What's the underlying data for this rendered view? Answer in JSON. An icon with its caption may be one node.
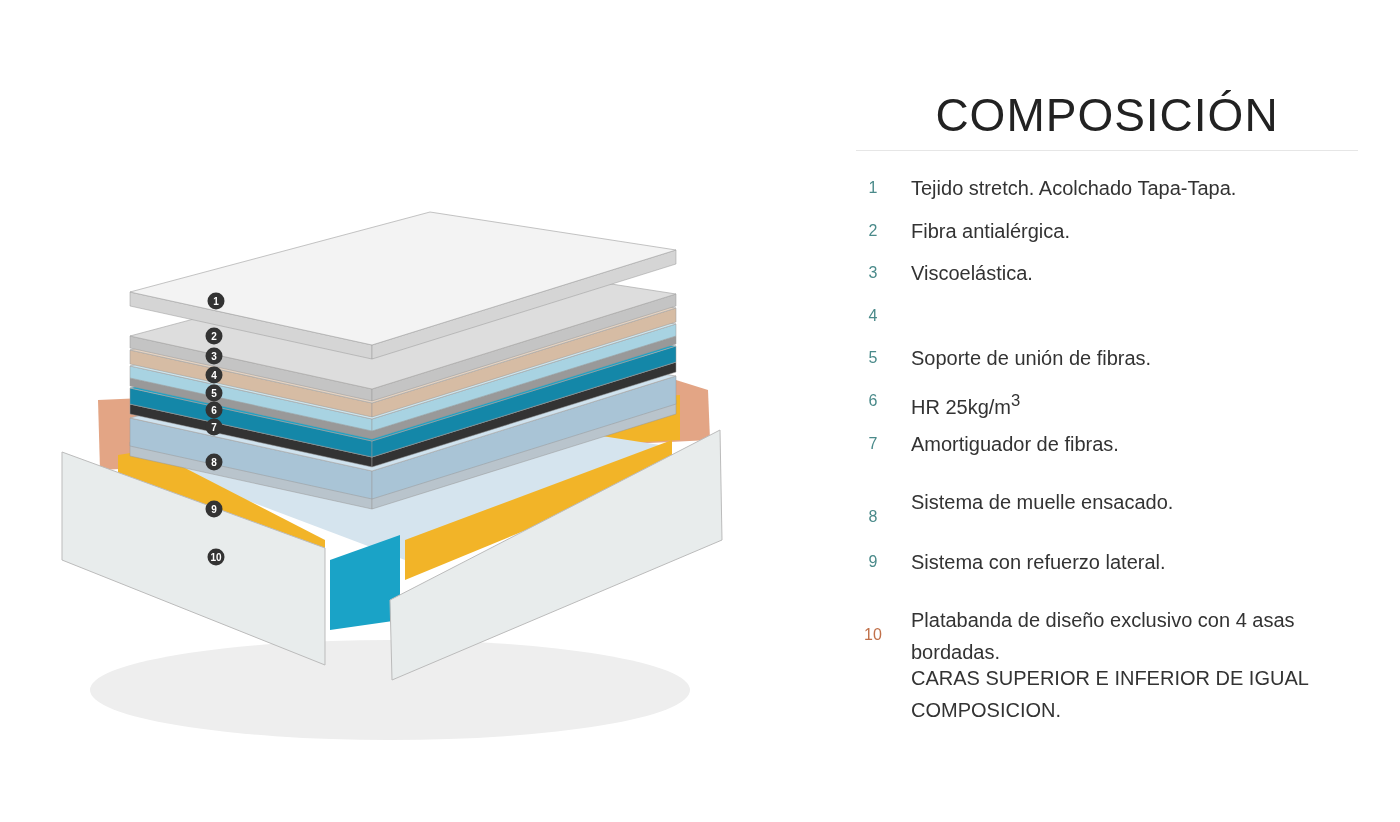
{
  "diagram": {
    "title": "COMPOSICIÓN",
    "labels": [
      "1",
      "2",
      "3",
      "4",
      "5",
      "6",
      "7",
      "8",
      "9",
      "10",
      "1",
      "Tejido stretch. Acolchado Tapa-Tapa.",
      "2",
      "Fibra antialérgica.",
      "3",
      "Viscoelástica.",
      "4",
      "5",
      "Soporte de unión de fibras.",
      "6",
      "HR 25kg/m$^{3}$",
      "7",
      "Amortiguador de fibras.",
      "8",
      "Sistema de muelle ensacado.",
      "9",
      "Sistema con refuerzo lateral.",
      "10",
      "Platabanda de diseño exclusivo con 4 asas bordadas.",
      "CARAS SUPERIOR E INFERIOR DE IGUAL COMPOSICION."
    ]
  }
}
